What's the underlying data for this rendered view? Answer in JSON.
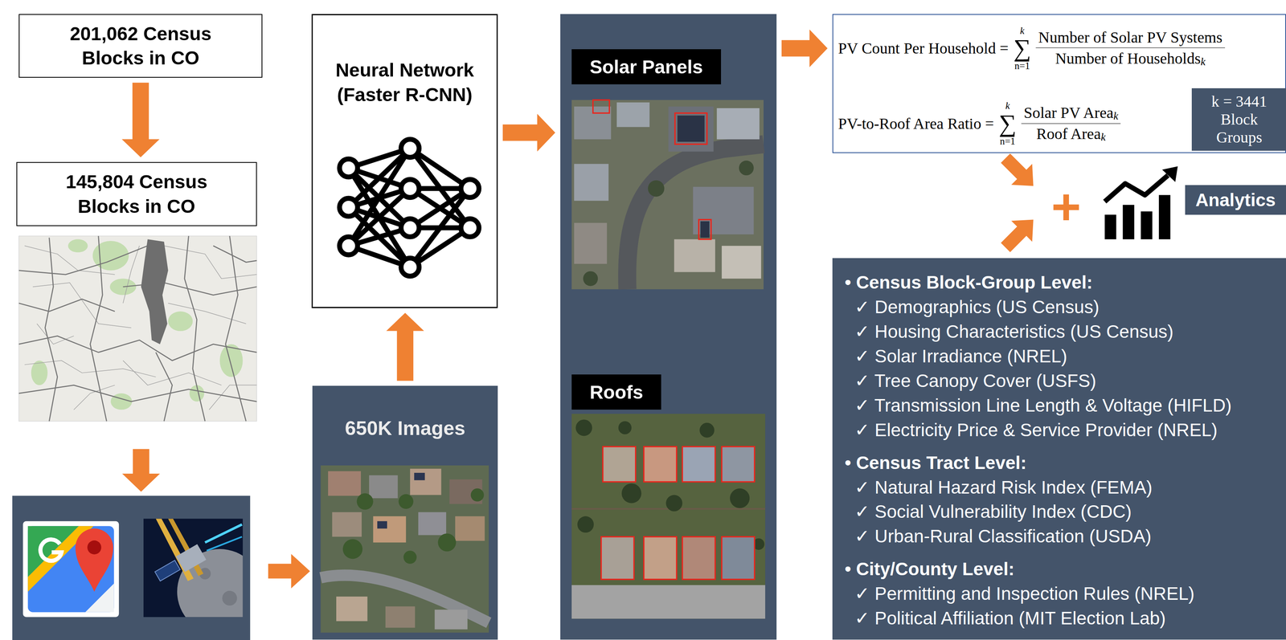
{
  "diagram": {
    "nodes": [
      {
        "text": [
          "201,062 Census Blocks in CO"
        ]
      },
      {
        "text": [
          "145,804 Census Blocks in CO"
        ]
      },
      {
        "text": [
          "Neural Network (Faster R-CNN)"
        ]
      },
      {
        "text": [
          "650K Images"
        ]
      },
      {
        "text": [
          "Solar Panels",
          "Roofs"
        ]
      },
      {
        "text": [
          "PV Count Per Household =",
          "k",
          "∑",
          "n=1",
          "Number of Solar PV Systems",
          "Number of Households",
          "k",
          "PV-to-Roof Area Ratio =",
          "k",
          "∑",
          "n=1",
          "Solar PV Area",
          "k",
          "Roof Area",
          "k"
        ]
      },
      {
        "text": [
          "k = 3441 Block Groups"
        ],
        "in": 5
      },
      {
        "text": [
          "Analytics"
        ]
      },
      {
        "text": [
          "• Census Block-Group Level:",
          "✓ Demographics (US Census)",
          "✓ Housing Characteristics (US Census)",
          "✓ Solar Irradiance (NREL)",
          "✓ Tree Canopy Cover (USFS)",
          "✓ Transmission Line Length & Voltage (HIFLD)",
          "✓ Electricity Price & Service Provider (NREL)",
          "• Census Tract Level:",
          "✓ Natural Hazard Risk Index (FEMA)",
          "✓ Social Vulnerability Index (CDC)",
          "✓ Urban-Rural Classification (USDA)",
          "• City/County Level:",
          "✓ Permitting and Inspection Rules (NREL)",
          "✓ Political Affiliation (MIT Election Lab)"
        ]
      }
    ],
    "edges": [
      {
        "from": 0,
        "to": 1,
        "arrow": "to"
      },
      {
        "from": 3,
        "to": 2,
        "arrow": "to"
      },
      {
        "from": 2,
        "to": 4,
        "arrow": "to"
      },
      {
        "from": 4,
        "to": 5,
        "arrow": "to"
      }
    ],
    "labels": [
      "+"
    ]
  }
}
